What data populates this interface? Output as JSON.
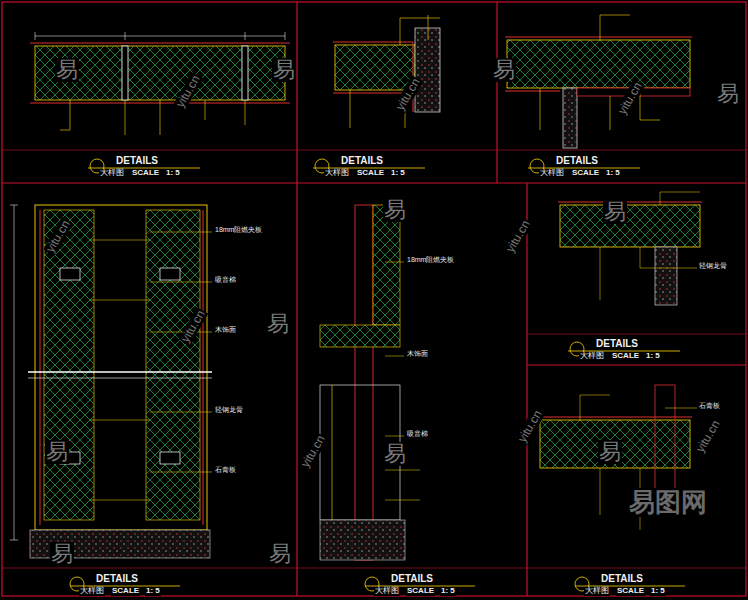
{
  "diagram": {
    "labels": [
      "DETAILS",
      "大样图",
      "SCALE",
      "1: 5",
      "DETAILS",
      "大样图",
      "SCALE",
      "1: 5",
      "DETAILS",
      "大样图",
      "SCALE",
      "1: 5",
      "DETAILS",
      "大样图",
      "SCALE",
      "1: 5",
      "DETAILS",
      "大样图",
      "SCALE",
      "1: 5",
      "DETAILS",
      "大样图",
      "SCALE",
      "1: 5",
      "DETAILS",
      "大样图",
      "SCALE",
      "1: 5",
      "18mm阻燃夹板",
      "吸音棉",
      "木饰面",
      "轻钢龙骨",
      "石膏板",
      "18mm阻燃夹板",
      "木饰面",
      "吸音棉",
      "轻钢龙骨",
      "石膏板",
      "易",
      "易",
      "易",
      "易",
      "易",
      "易",
      "易",
      "易",
      "易",
      "易",
      "易",
      "易",
      "yitu.cn",
      "yitu.cn",
      "yitu.cn",
      "yitu.cn",
      "yitu.cn",
      "yitu.cn",
      "yitu.cn",
      "yitu.cn",
      "yitu.cn",
      "易图网"
    ]
  }
}
